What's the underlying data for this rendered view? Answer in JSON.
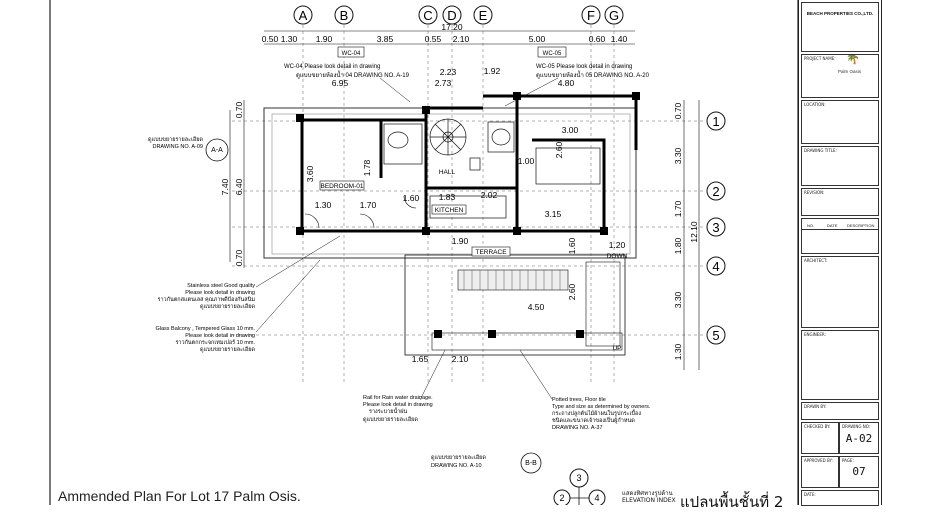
{
  "caption": "Ammended Plan For  Lot 17 Palm Osis.",
  "plan_title_thai": "แปลนพื้นชั้นที่ 2",
  "elevation_index": {
    "thai": "แสดงทิศทางรูปด้าน",
    "label": "ELEVATION INDEX"
  },
  "grid_columns": [
    "A",
    "B",
    "C",
    "D",
    "E",
    "F",
    "G"
  ],
  "grid_rows": [
    "1",
    "2",
    "3",
    "4",
    "5"
  ],
  "top_dims": [
    "0.50",
    "1.30",
    "1.90",
    "3.85",
    "0.55",
    "2.10",
    "5.00",
    "0.60",
    "1.40"
  ],
  "overall_width": "17.20",
  "right_dims": [
    "0.70",
    "3.30",
    "1.70",
    "1.80",
    "3.30",
    "1.30"
  ],
  "right_total": "12.10",
  "left_dims": [
    "0.70",
    "7.40",
    "6.40",
    "0.70"
  ],
  "interior_dims": [
    "6.95",
    "2.23",
    "2.73",
    "1.92",
    "4.80",
    "3.00",
    "2.60",
    "1.00",
    "3.60",
    "1.78",
    "1.30",
    "1.70",
    "1.60",
    "1.83",
    "2.02",
    "3.15",
    "1.90",
    "1.60",
    "1.20",
    "2.60",
    "4.50",
    "1.65",
    "2.10"
  ],
  "rooms": [
    "BEDROOM-01",
    "HALL",
    "KITCHEN",
    "TERRACE",
    "DOWN",
    "UP"
  ],
  "callouts": {
    "wc04": "WC-04",
    "wc05": "WC-05",
    "wc04_note": "WC-04 Please look detail in drawing",
    "wc04_thai": "ดูแบบขยายห้องน้ำ 04 DRAWING NO.  A-19",
    "wc05_note": "WC-05 Please look detail in drawing",
    "wc05_thai": "ดูแบบขยายห้องน้ำ 05 DRAWING NO.  A-20",
    "section_a_thai": "ดูแบบขยายรายละเอียด",
    "section_a_no": "DRAWING NO.  A-09",
    "section_a_tag": "A-A",
    "stainless_1": "Stainless steel Good quality",
    "stainless_2": "Please look detail in drawing",
    "stainless_3": "ราวกันตกสแตนเลส คุณภาพดีป้องกันสนิม",
    "stainless_4": "ดูแบบขยายรายละเอียด",
    "glass_1": "Glass Balcony , Tempered Glass 10 mm.",
    "glass_2": "Please look detail in drawing",
    "glass_3": "ราวกันตกกระจกเทมเปอร์ 10 mm.",
    "glass_4": "ดูแบบขยายรายละเอียด",
    "rail_1": "Rail for Rain water drainage.",
    "rail_2": "Please look detail in drawing",
    "rail_3": "รางระบายน้ำฝน",
    "rail_4": "ดูแบบขยายรายละเอียด",
    "pots_1": "Potted trees, Floor tile",
    "pots_2": "Type and size as determined by owners.",
    "pots_3": "กระถางปลูกต้นไม้ผ้าผนในรูปกระเบื้อง",
    "pots_4": "ชนิดและขนาดเจ้าของเป็นผู้กำหนด",
    "pots_5": "DRAWING NO.  A-37",
    "section_b_thai": "ดูแบบขยายรายละเอียด",
    "section_b_no": "DRAWING NO.  A-10",
    "section_b_tag": "B-B",
    "elev_top": "3",
    "elev_left": "2",
    "elev_right": "4"
  },
  "title_block": {
    "company": "BEACH PROPERTIES CO.,LTD.",
    "project_name": "PROJECT NAME:",
    "logo_text": "Palm Oasis",
    "location": "LOCATION:",
    "drawing_title": "DRAWING TITLE:",
    "revision": "REVISION:",
    "rev_headers": [
      "NO.",
      "DATE",
      "DESCRIPTION"
    ],
    "architect": "ARCHITECT:",
    "engineer": "ENGINEER:",
    "drawn_by": "DRAWN BY:",
    "checked_by": "CHECKED BY:",
    "drawing_no_label": "DRAWING NO:",
    "drawing_no": "A-02",
    "approved_by": "APPROVED BY:",
    "page_label": "PAGE:",
    "page": "07",
    "date": "DATE:"
  }
}
